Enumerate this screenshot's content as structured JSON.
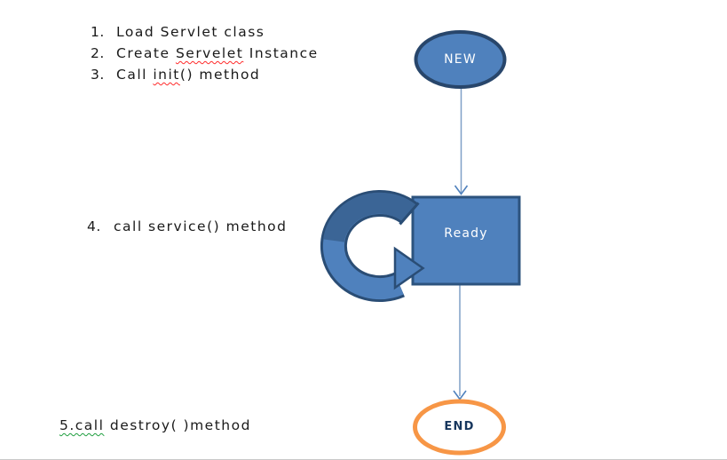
{
  "colors": {
    "node_fill": "#4f81bd",
    "node_stroke": "#28466b",
    "rect_stroke": "#2c537e",
    "connector": "#7f9fc6",
    "arrowhead": "#4f81bd",
    "loop_fill": "#4f81bd",
    "loop_dark": "#3b6596",
    "loop_outline": "#2a4d75",
    "end_fill": "#ffffff",
    "end_stroke": "#f79646",
    "spell_underline": "#ff2a2a",
    "grammar_underline": "#1e9e3e",
    "text": "#1a1a1a",
    "node_label_text": "#ffffff",
    "end_label_text": "#17365d"
  },
  "annotations": {
    "step1": {
      "num": "1.",
      "text": "Load Servlet class"
    },
    "step2": {
      "num": "2.",
      "pre": "Create ",
      "misspelled": "Servelet",
      "post": " Instance"
    },
    "step3": {
      "num": "3.",
      "pre": "Call ",
      "misspelled": "init",
      "post": "() method"
    },
    "step4": {
      "num": "4.",
      "text": "call service() method"
    },
    "step5": {
      "grammar": "5.call",
      "post": " destroy( )method"
    }
  },
  "nodes": {
    "new": {
      "label": "NEW"
    },
    "ready": {
      "label": "Ready"
    },
    "end": {
      "label": "END"
    }
  }
}
